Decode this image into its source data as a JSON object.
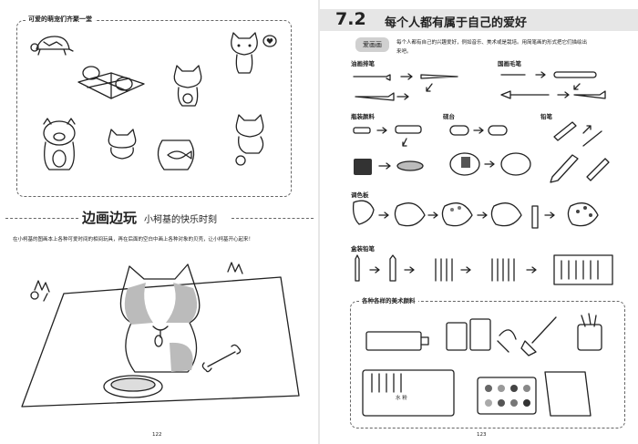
{
  "left_page": {
    "top_section_title": "可爱的萌宠们齐聚一堂",
    "banner_title": "边画边玩",
    "banner_subtitle": "小柯基的快乐时刻",
    "instruction": "在小柯基的图画本上各种可爱时间的相间玩具，再在后面的空白中画上各种对象的贝壳，让小柯基开心起来！",
    "page_number": "122"
  },
  "right_page": {
    "chapter_number": "7.2",
    "chapter_title": "每个人都有属于自己的爱好",
    "intro_tag": "爱画画",
    "intro_text_line1": "每个人都有自己的兴趣爱好，例如音乐、美术或是栽培。用简笔画的形式把它们描绘出",
    "intro_text_line2": "来吧。",
    "labels": {
      "oil_brush": "油画排笔",
      "chinese_brush": "国画毛笔",
      "bottled_paint": "瓶装颜料",
      "inkstone": "砚台",
      "pencil": "铅笔",
      "palette": "调色板",
      "boxed_pencils": "盒装铅笔",
      "various_paints": "各种各样的美术颜料"
    },
    "paint_box_label": "水 粉",
    "page_number": "123"
  },
  "colors": {
    "ink": "#222222",
    "dash_border": "#666666",
    "tag_bg": "#d0d0d0",
    "chapter_bar": "#e6e6e6"
  },
  "icons": [
    "turtle-icon",
    "cat-icon",
    "pig-icon",
    "dog-corgi-icon",
    "bone-icon",
    "bowl-icon",
    "brush-icon",
    "pencil-icon",
    "palette-icon",
    "paint-tube-icon",
    "paint-bottle-icon"
  ]
}
